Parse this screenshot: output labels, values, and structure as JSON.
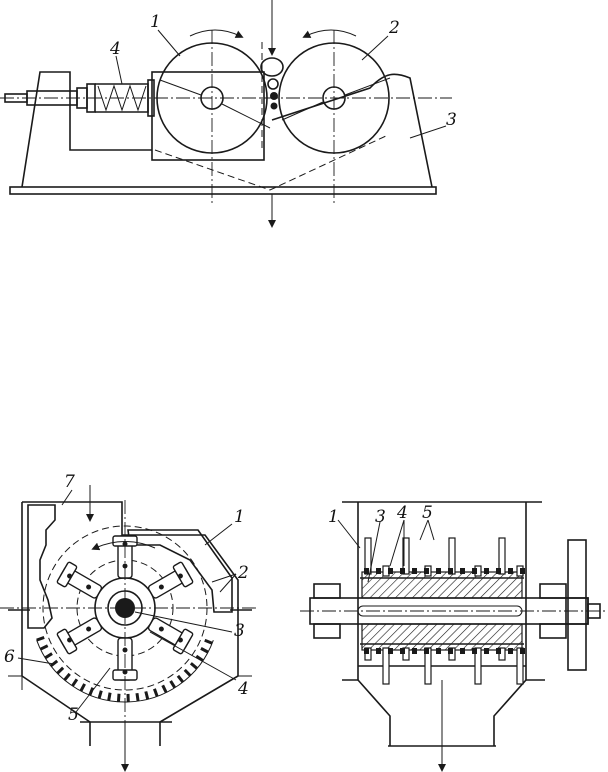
{
  "figure_top": {
    "labels": [
      "1",
      "2",
      "3",
      "4"
    ]
  },
  "figure_bottom_left": {
    "labels": [
      "7",
      "1",
      "2",
      "3",
      "4",
      "5",
      "6"
    ]
  },
  "figure_bottom_right": {
    "labels": [
      "1",
      "3",
      "4",
      "5"
    ]
  },
  "colors": {
    "ink": "#1a1a1a",
    "paper": "#ffffff"
  }
}
